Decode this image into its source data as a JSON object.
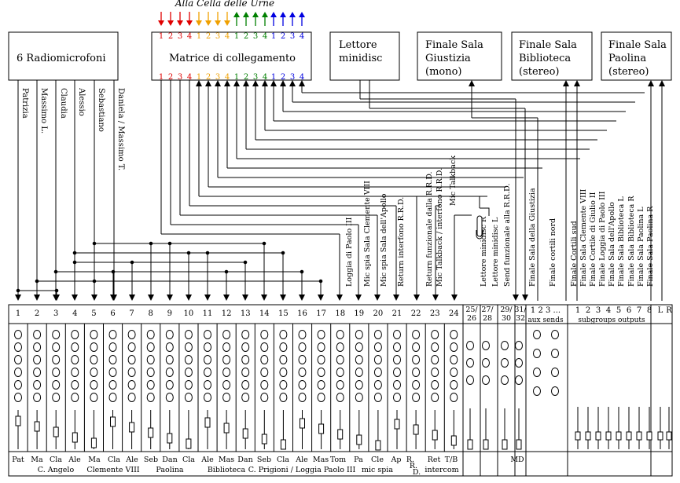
{
  "title": "Alla Cella delle Urne",
  "colors": {
    "group1": "#e00000",
    "group2": "#f0a000",
    "group3": "#008000",
    "group4": "#0000e0",
    "line": "#000000"
  },
  "group_channel_numbers": [
    "1",
    "2",
    "3",
    "4"
  ],
  "boxes": [
    {
      "id": "radio",
      "lines": [
        "6 Radiomicrofoni"
      ]
    },
    {
      "id": "matrix",
      "lines": [
        "Matrice di collegamento"
      ]
    },
    {
      "id": "minidisc",
      "lines": [
        "Lettore",
        "minidisc"
      ]
    },
    {
      "id": "giustizia",
      "lines": [
        "Finale Sala",
        "Giustizia",
        "(mono)"
      ]
    },
    {
      "id": "biblioteca",
      "lines": [
        "Finale Sala",
        "Biblioteca",
        "(stereo)"
      ]
    },
    {
      "id": "paolina",
      "lines": [
        "Finale Sala",
        "Paolina",
        "(stereo)"
      ]
    }
  ],
  "mic_names": [
    "Patrizia",
    "Massimo L.",
    "Claudia",
    "Alessio",
    "Sebastiano",
    "Daniela / Massimo T."
  ],
  "signal_labels": [
    "Loggia di Paolo III",
    "Mic spia Sala Clemente VIII",
    "Mic spia Sala dell'Apollo",
    "Return interfono R.R.D.",
    "Return funzionale dalla R.R.D.",
    "Mic Talkback / interfono R.R.D.",
    "Mic Talkback",
    "Lettore minidisc R",
    "Lettore minidisc L",
    "Send funzionale alla R.R.D.",
    "Finale Sala della Giustizia",
    "Finale cortili nord",
    "Finale Cortili sud",
    "Finale Sala Clemente VIII",
    "Finale Cortile di Giulio II",
    "Finale Loggia di Paolo III",
    "Finale Sala dell'Apollo",
    "Finale Sala Biblioteca L",
    "Finale Sala Biblioteca R",
    "Finale Sala Paolina L",
    "Finale Sala Paolina R"
  ],
  "mixer": {
    "channel_numbers": [
      "1",
      "2",
      "3",
      "4",
      "5",
      "6",
      "7",
      "8",
      "9",
      "10",
      "11",
      "12",
      "13",
      "14",
      "15",
      "16",
      "17",
      "18",
      "19",
      "20",
      "21",
      "22",
      "23",
      "24"
    ],
    "stereo_numbers": [
      [
        "25/",
        "26"
      ],
      [
        "27/",
        "28"
      ],
      [
        "29/",
        "30"
      ],
      [
        "31/",
        "32"
      ]
    ],
    "aux_numbers": "1  2  3 ...",
    "aux_label": "aux sends",
    "subgroup_numbers": [
      "1",
      "2",
      "3",
      "4",
      "5",
      "6",
      "7",
      "8",
      "L",
      "R"
    ],
    "subgroup_label": "subgroups outputs",
    "scribble": [
      [
        "Pat"
      ],
      [
        "Ma",
        "Cla",
        "Ale"
      ],
      [
        "C. Angelo"
      ],
      [
        "Ma",
        "Cla",
        "Ale"
      ],
      [
        "Clemente VIII"
      ],
      [
        "Seb",
        "Dan",
        "Cla"
      ],
      [
        "Paolina"
      ],
      [
        "Ale",
        "Mas",
        "Dan"
      ],
      [
        "Biblioteca"
      ],
      [
        "Seb",
        "Cla",
        "Ale",
        "Mas",
        "Tom"
      ],
      [
        "C. Prigioni / Loggia Paolo III"
      ],
      [
        "Pa",
        "Cle",
        "Ap"
      ],
      [
        "mic spia"
      ],
      [
        "R.",
        "R.",
        "D."
      ],
      [
        "Ret",
        "T/B"
      ],
      [
        "intercom"
      ],
      [
        "MD"
      ]
    ]
  }
}
